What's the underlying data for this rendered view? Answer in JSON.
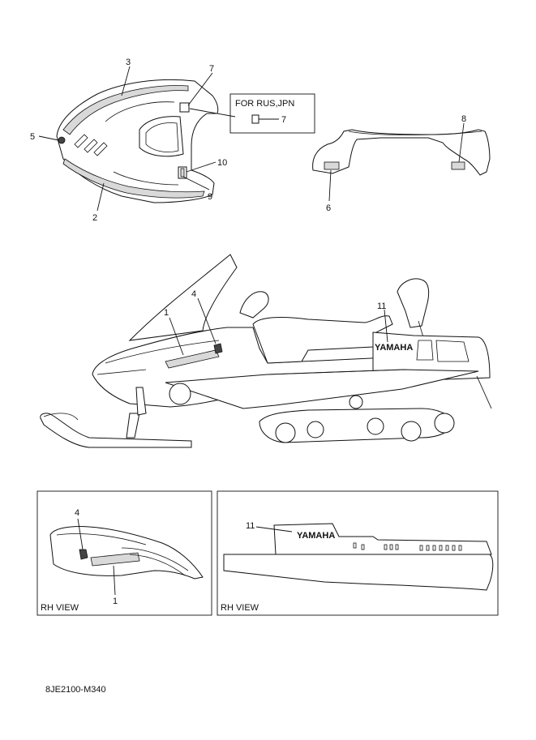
{
  "callouts": {
    "c1": "1",
    "c2": "2",
    "c3": "3",
    "c4": "4",
    "c5": "5",
    "c6": "6",
    "c7": "7",
    "c8": "8",
    "c9": "9",
    "c10": "10",
    "c11": "11"
  },
  "note_box": {
    "title": "FOR RUS,JPN",
    "item": "7"
  },
  "decal": {
    "brand": "YAMAHA"
  },
  "views": {
    "left": "RH VIEW",
    "right": "RH VIEW"
  },
  "footer": {
    "code": "8JE2100-M340"
  }
}
